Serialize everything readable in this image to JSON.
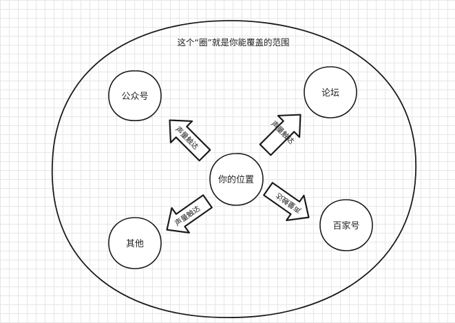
{
  "diagram": {
    "title": "这个“圈”就是你能覆盖的范围",
    "center": {
      "label": "你的位置"
    },
    "nodes": {
      "gongzhonghao": {
        "label": "公众号"
      },
      "luntan": {
        "label": "论坛"
      },
      "baijiahao": {
        "label": "百家号"
      },
      "qita": {
        "label": "其他"
      }
    },
    "arrows": {
      "to_gongzhonghao": {
        "label": "声量触达"
      },
      "to_luntan": {
        "label": "声量触达"
      },
      "to_baijiahao": {
        "label": "声量触达"
      },
      "to_qita": {
        "label": "声量触达"
      }
    }
  }
}
